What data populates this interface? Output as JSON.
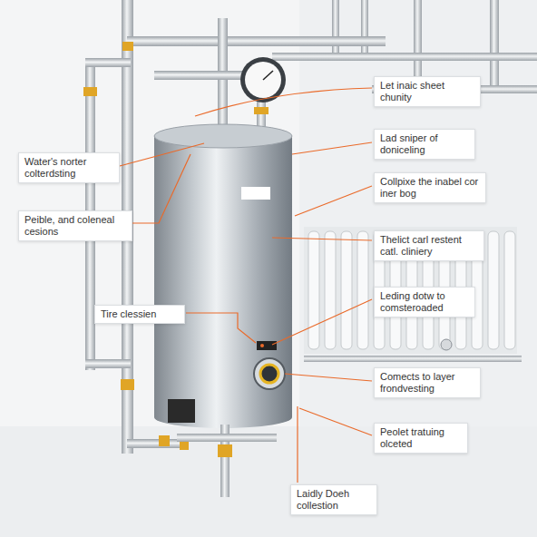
{
  "diagram": {
    "labels": [
      "Let inaic sheet chunity",
      "Lad sniper of doniceling",
      "Water's norter colterdsting",
      "Collpixe the inabel cor iner bog",
      "Peible, and coleneal cesions",
      "Thelict carl restent catl. cliniery",
      "Leding dotw to comsteroaded",
      "Tire clessien",
      "Comects to layer frondvesting",
      "Peolet tratuing olceted",
      "Laidly Doeh collestion"
    ]
  }
}
